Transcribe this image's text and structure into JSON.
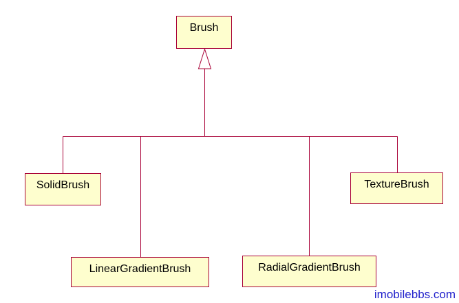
{
  "diagram": {
    "type": "uml-class-diagram",
    "nodes": [
      {
        "id": "brush",
        "label": "Brush"
      },
      {
        "id": "solidbrush",
        "label": "SolidBrush"
      },
      {
        "id": "lineargradientbrush",
        "label": "LinearGradientBrush"
      },
      {
        "id": "radialgradientbrush",
        "label": "RadialGradientBrush"
      },
      {
        "id": "texturebrush",
        "label": "TextureBrush"
      }
    ],
    "relations": [
      {
        "from": "SolidBrush",
        "to": "Brush",
        "type": "generalization"
      },
      {
        "from": "LinearGradientBrush",
        "to": "Brush",
        "type": "generalization"
      },
      {
        "from": "RadialGradientBrush",
        "to": "Brush",
        "type": "generalization"
      },
      {
        "from": "TextureBrush",
        "to": "Brush",
        "type": "generalization"
      }
    ]
  },
  "watermark": {
    "text": "imobilebbs.com"
  },
  "colors": {
    "background": "#FFFFFF",
    "node_fill": "#FEFECE",
    "node_border": "#A80036",
    "connector": "#A80036",
    "label_text": "#000000",
    "watermark_text": "#2222CC"
  }
}
